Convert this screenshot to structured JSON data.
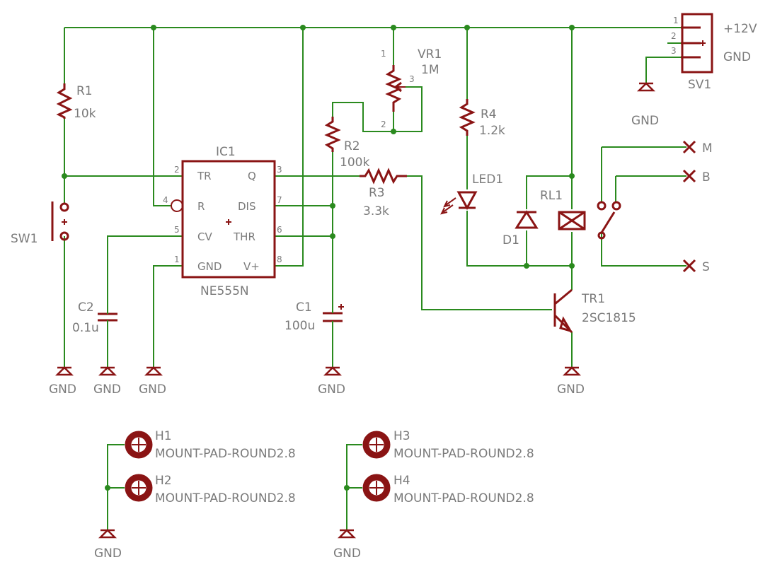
{
  "colors": {
    "wire": "#2a8a1e",
    "part": "#8a1414",
    "text": "#7a7a7a",
    "background": "#ffffff"
  },
  "components": {
    "r1": {
      "name": "R1",
      "value": "10k"
    },
    "r2": {
      "name": "R2",
      "value": "100k"
    },
    "r3": {
      "name": "R3",
      "value": "3.3k"
    },
    "r4": {
      "name": "R4",
      "value": "1.2k"
    },
    "vr1": {
      "name": "VR1",
      "value": "1M",
      "pins": [
        "1",
        "2",
        "3"
      ]
    },
    "c1": {
      "name": "C1",
      "value": "100u"
    },
    "c2": {
      "name": "C2",
      "value": "0.1u"
    },
    "led1": {
      "name": "LED1"
    },
    "d1": {
      "name": "D1"
    },
    "rl1": {
      "name": "RL1"
    },
    "tr1": {
      "name": "TR1",
      "value": "2SC1815"
    },
    "sw1": {
      "name": "SW1"
    },
    "sv1": {
      "name": "SV1",
      "pins": [
        "1",
        "2",
        "3"
      ],
      "labels": [
        "+12V",
        "GND"
      ]
    },
    "ic1": {
      "name": "IC1",
      "value": "NE555N",
      "pins": [
        {
          "num": "2",
          "label": "TR"
        },
        {
          "num": "4",
          "label": "R"
        },
        {
          "num": "5",
          "label": "CV"
        },
        {
          "num": "1",
          "label": "GND"
        },
        {
          "num": "3",
          "label": "Q"
        },
        {
          "num": "7",
          "label": "DIS"
        },
        {
          "num": "6",
          "label": "THR"
        },
        {
          "num": "8",
          "label": "V+"
        }
      ]
    }
  },
  "terminals": [
    "M",
    "B",
    "S"
  ],
  "ground_label": "GND",
  "mount_pads": [
    {
      "name": "H1",
      "value": "MOUNT-PAD-ROUND2.8"
    },
    {
      "name": "H2",
      "value": "MOUNT-PAD-ROUND2.8"
    },
    {
      "name": "H3",
      "value": "MOUNT-PAD-ROUND2.8"
    },
    {
      "name": "H4",
      "value": "MOUNT-PAD-ROUND2.8"
    }
  ]
}
